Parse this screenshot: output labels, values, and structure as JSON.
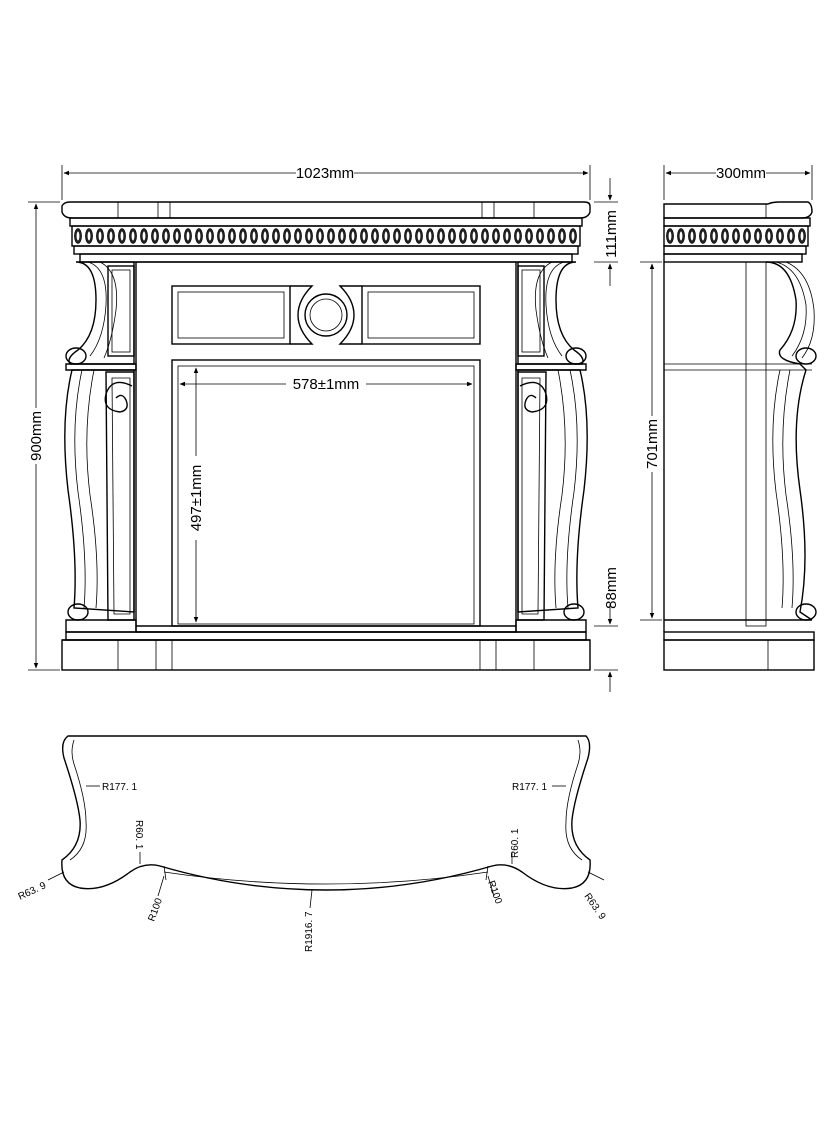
{
  "dimensions": {
    "overall_width": "1023mm",
    "side_depth": "300mm",
    "overall_height": "900mm",
    "side_height": "701mm",
    "opening_width": "578±1mm",
    "opening_height": "497±1mm",
    "top_band": "111mm",
    "plinth": "88mm"
  },
  "radii": {
    "r_left_outer": "R177. 1",
    "r_right_outer": "R177. 1",
    "r_left_small": "R60. 1",
    "r_right_small": "R60. 1",
    "r_left_corner": "R63. 9",
    "r_right_corner": "R63. 9",
    "r_left_inner": "R100",
    "r_right_inner": "R100",
    "r_center": "R1916. 7"
  }
}
